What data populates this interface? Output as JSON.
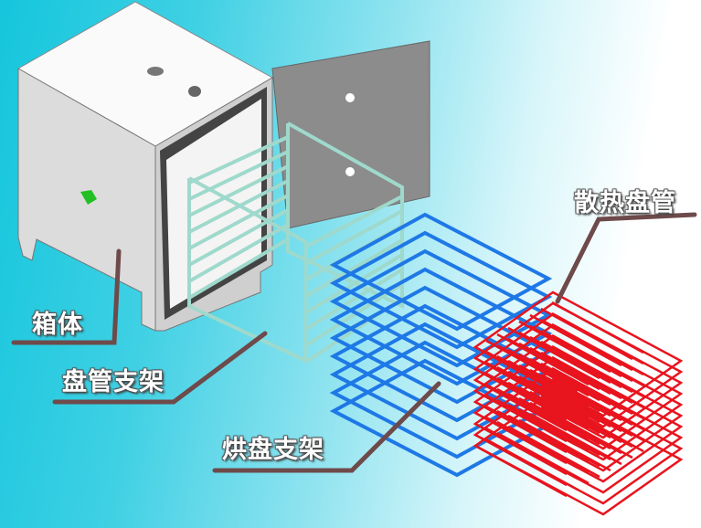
{
  "labels": {
    "box": "箱体",
    "coil_rack": "盘管支架",
    "tray_rack": "烘盘支架",
    "heat_coil": "散热盘管"
  },
  "colors": {
    "leader": "#6e4a4a",
    "tray": "#1e78e6",
    "coil": "#e8141e",
    "rack": "#9fd9cc",
    "door": "#8c8c8c"
  }
}
